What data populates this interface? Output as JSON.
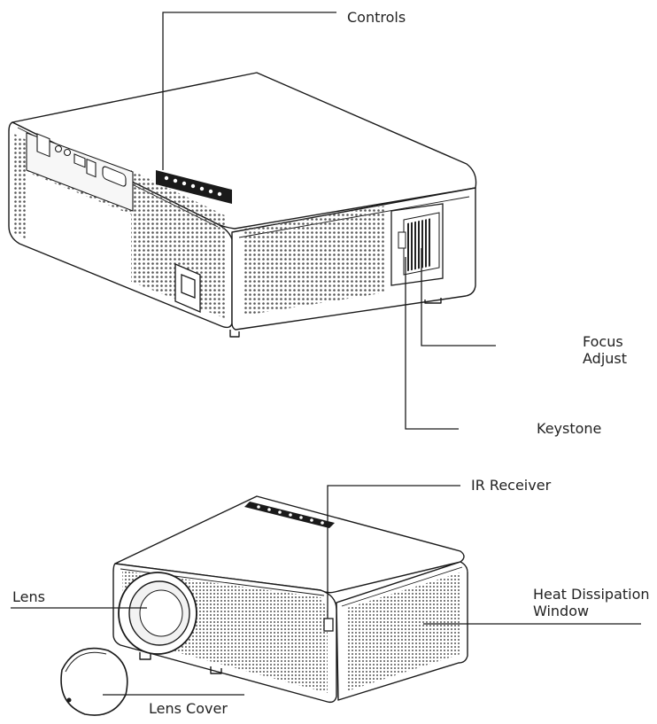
{
  "colors": {
    "line": "#1a1a1a",
    "mesh": "#555555",
    "panel": "#f2f2f2"
  },
  "labels": {
    "controls": "Controls",
    "focus_adjust_line1": "Focus",
    "focus_adjust_line2": "Adjust",
    "keystone": "Keystone",
    "ir_receiver": "IR Receiver",
    "lens": "Lens",
    "heat_line1": "Heat Dissipation",
    "heat_line2": "Window",
    "lens_cover": "Lens Cover"
  }
}
